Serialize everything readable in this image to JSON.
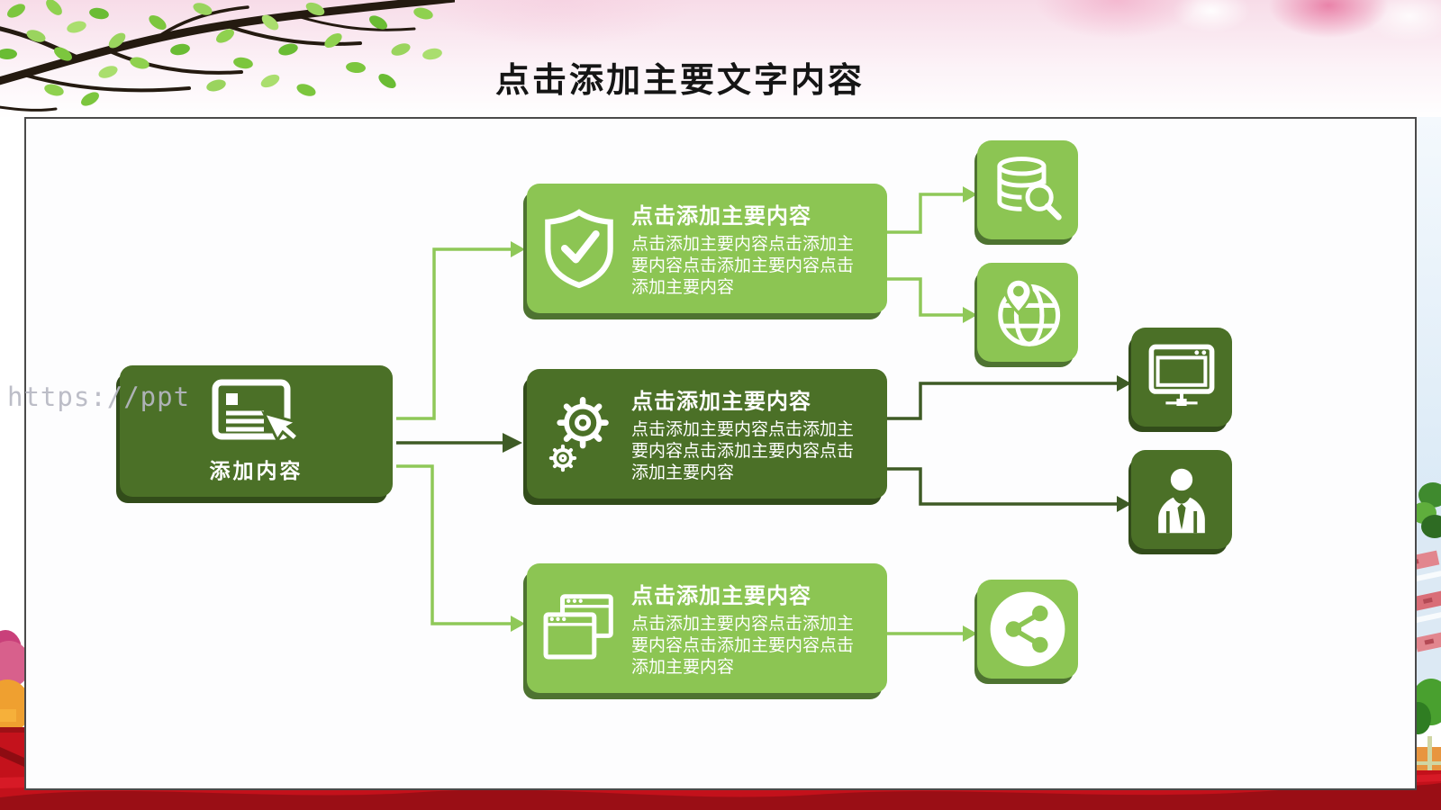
{
  "slide": {
    "title": "点击添加主要文字内容",
    "watermark": "https://ppt"
  },
  "flow": {
    "root": {
      "label": "添加内容",
      "icon": "document-click-icon"
    },
    "branches": [
      {
        "title": "点击添加主要内容",
        "body": "点击添加主要内容点击添加主要内容点击添加主要内容点击添加主要内容",
        "icon": "shield-check-icon",
        "tone": "light"
      },
      {
        "title": "点击添加主要内容",
        "body": "点击添加主要内容点击添加主要内容点击添加主要内容点击添加主要内容",
        "icon": "gears-icon",
        "tone": "dark"
      },
      {
        "title": "点击添加主要内容",
        "body": "点击添加主要内容点击添加主要内容点击添加主要内容点击添加主要内容",
        "icon": "overlapping-windows-icon",
        "tone": "light"
      }
    ],
    "leaves": [
      {
        "icon": "database-search-icon",
        "tone": "light"
      },
      {
        "icon": "globe-location-icon",
        "tone": "light"
      },
      {
        "icon": "monitor-network-icon",
        "tone": "dark"
      },
      {
        "icon": "businessman-icon",
        "tone": "dark"
      },
      {
        "icon": "share-icon",
        "tone": "light"
      }
    ]
  },
  "colors": {
    "light_green": "#8cc553",
    "dark_green": "#4b7027",
    "connector_light": "#8fc858",
    "connector_dark": "#3e5b25",
    "ribbon_red": "#c3111b",
    "title_color": "#151515"
  }
}
